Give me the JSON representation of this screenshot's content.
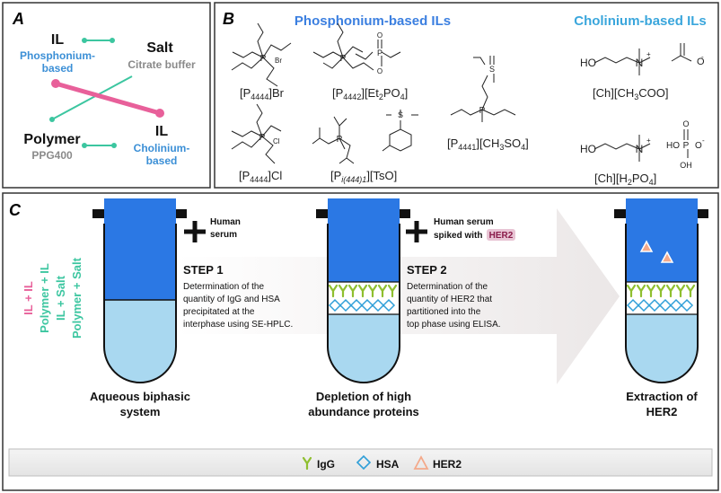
{
  "panel_a": {
    "letter": "A",
    "il_top": "IL",
    "phosphonium": [
      "Phosphonium-",
      "based"
    ],
    "salt": "Salt",
    "citrate": "Citrate buffer",
    "polymer": "Polymer",
    "ppg": "PPG400",
    "il_bottom": "IL",
    "cholinium": [
      "Cholinium-",
      "based"
    ],
    "colors": {
      "teal": "#3cc6a0",
      "pink": "#e8609a",
      "blue": "#3b8fd6",
      "gray": "#8a8a8a"
    }
  },
  "panel_b": {
    "letter": "B",
    "phos_title": "Phosphonium-based ILs",
    "chol_title": "Cholinium-based ILs",
    "compounds": {
      "p4444br": "[P4444]Br",
      "p4442": "[P4442][Et2PO4]",
      "p4441": "[P4441][CH3SO4]",
      "ch_ac": "[Ch][CH3COO]",
      "p4444cl": "[P4444]Cl",
      "pi444": "[Pi(444)1][TsO]",
      "ch_h2po4": "[Ch][H2PO4]"
    },
    "atoms": {
      "br": "Br",
      "cl": "Cl",
      "p": "P",
      "n": "N",
      "ho": "HO",
      "o": "O",
      "oh": "OH",
      "s": "S",
      "plus": "+",
      "minus": "-"
    }
  },
  "panel_c": {
    "letter": "C",
    "vertical_labels": [
      "IL + IL",
      "Polymer + IL",
      "IL + Salt",
      "Polymer + Salt"
    ],
    "plus1": [
      "Human",
      "serum"
    ],
    "plus2_line1": "Human serum",
    "plus2_line2_prefix": "spiked with ",
    "her2_badge": "HER2",
    "step1_title": "STEP 1",
    "step1_lines": [
      "Determination of the",
      "quantity of IgG and HSA",
      "precipitated at the",
      "interphase using SE-HPLC."
    ],
    "step2_title": "STEP 2",
    "step2_lines": [
      "Determination of the",
      "quantity of HER2 that",
      "partitioned into the",
      "top phase using ELISA."
    ],
    "tube_labels": [
      [
        "Aqueous biphasic",
        "system"
      ],
      [
        "Depletion of high",
        "abundance proteins"
      ],
      [
        "Extraction of",
        "HER2"
      ]
    ],
    "legend": {
      "igg": "IgG",
      "hsa": "HSA",
      "her2": "HER2"
    },
    "colors": {
      "top_phase": "#2b78e4",
      "bottom_phase": "#a9d8f0",
      "igg": "#9cc63c",
      "hsa": "#2f9fd8",
      "her2": "#f4a98a",
      "arrow": "#f1eeee"
    }
  }
}
